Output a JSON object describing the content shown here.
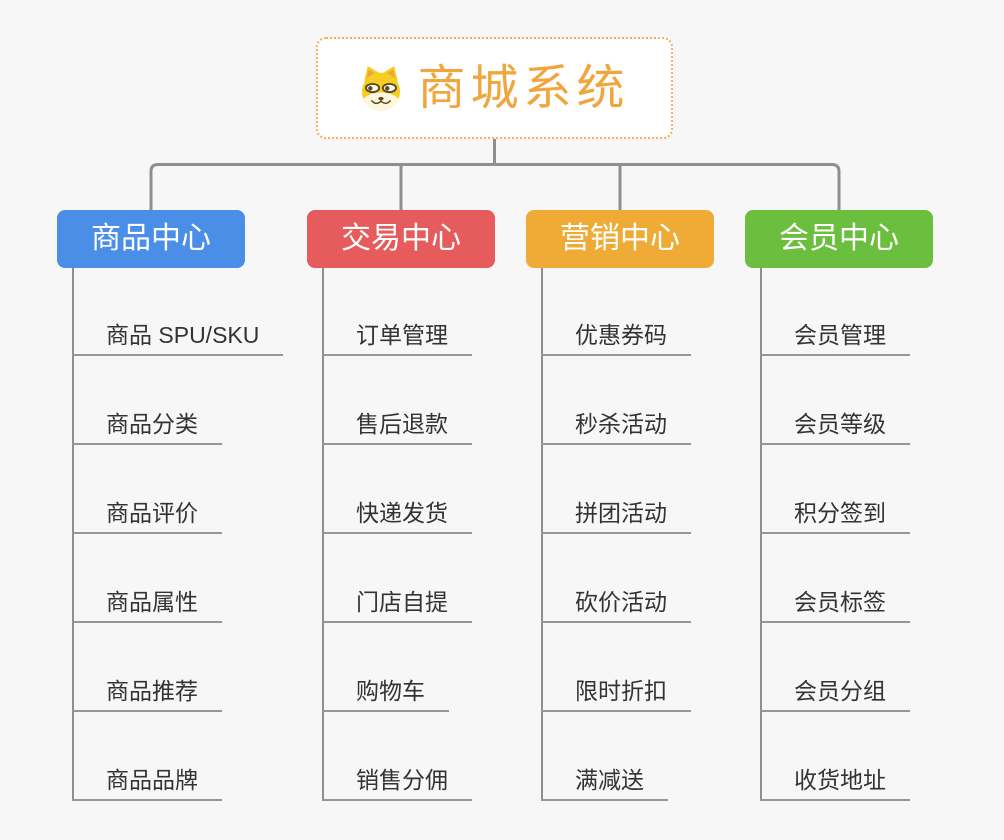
{
  "root": {
    "title": "商城系统",
    "icon": "dog-face-icon",
    "title_color": "#F0A63C",
    "border_color": "#F2B05A"
  },
  "branches": [
    {
      "label": "商品中心",
      "color": "#4A8EE8",
      "children": [
        "商品 SPU/SKU",
        "商品分类",
        "商品评价",
        "商品属性",
        "商品推荐",
        "商品品牌"
      ]
    },
    {
      "label": "交易中心",
      "color": "#E65C5C",
      "children": [
        "订单管理",
        "售后退款",
        "快递发货",
        "门店自提",
        "购物车",
        "销售分佣"
      ]
    },
    {
      "label": "营销中心",
      "color": "#EFAB35",
      "children": [
        "优惠券码",
        "秒杀活动",
        "拼团活动",
        "砍价活动",
        "限时折扣",
        "满减送"
      ]
    },
    {
      "label": "会员中心",
      "color": "#6CBE3E",
      "children": [
        "会员管理",
        "会员等级",
        "积分签到",
        "会员标签",
        "会员分组",
        "收货地址"
      ]
    }
  ],
  "colors": {
    "background": "#F7F7F7",
    "connector": "#8F8F8F",
    "leaf_underline": "#979797",
    "leaf_text": "#333333",
    "branch_text": "#FFFFFF"
  }
}
